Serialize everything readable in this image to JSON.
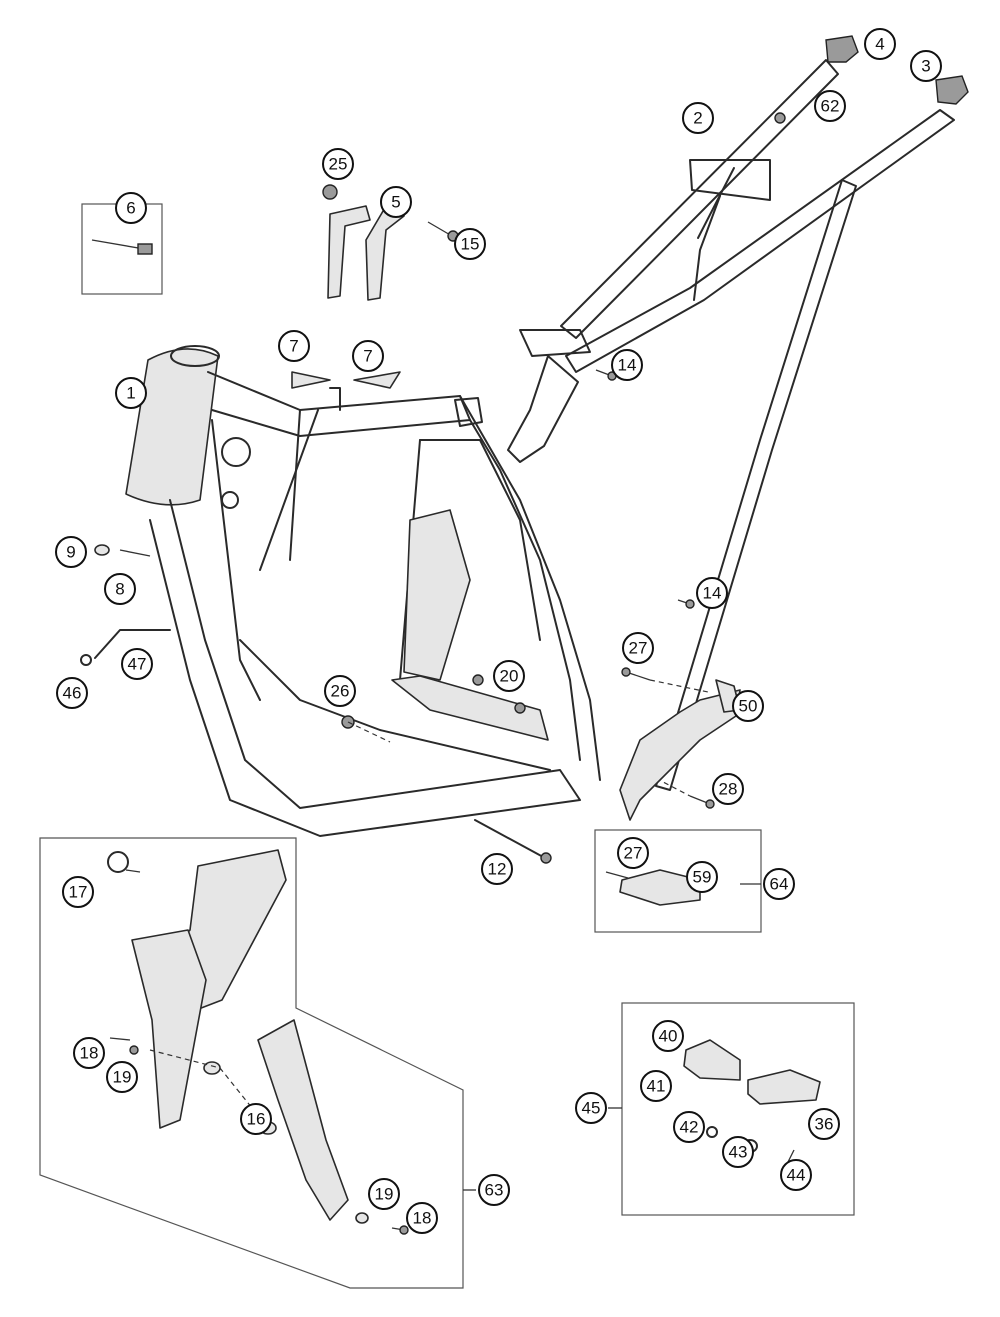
{
  "callouts": [
    "1",
    "2",
    "3",
    "4",
    "5",
    "6",
    "7",
    "7",
    "8",
    "9",
    "12",
    "14",
    "14",
    "15",
    "16",
    "17",
    "18",
    "18",
    "19",
    "19",
    "20",
    "25",
    "26",
    "27",
    "27",
    "28",
    "36",
    "40",
    "41",
    "42",
    "43",
    "44",
    "45",
    "46",
    "47",
    "50",
    "59",
    "62",
    "63",
    "64"
  ]
}
